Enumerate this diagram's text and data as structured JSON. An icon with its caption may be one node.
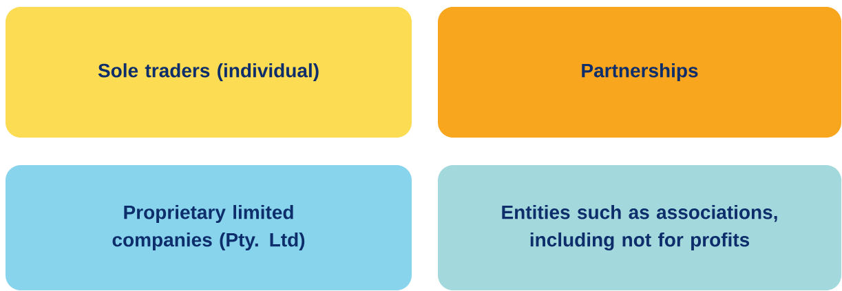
{
  "diagram": {
    "nodes": [
      {
        "text": [
          "Sole traders (individual)"
        ]
      },
      {
        "text": [
          "Partnerships"
        ]
      },
      {
        "text": [
          "Proprietary limited companies (Pty. Ltd)"
        ]
      },
      {
        "text": [
          "Entities such as associations, including not for profits"
        ]
      }
    ]
  }
}
